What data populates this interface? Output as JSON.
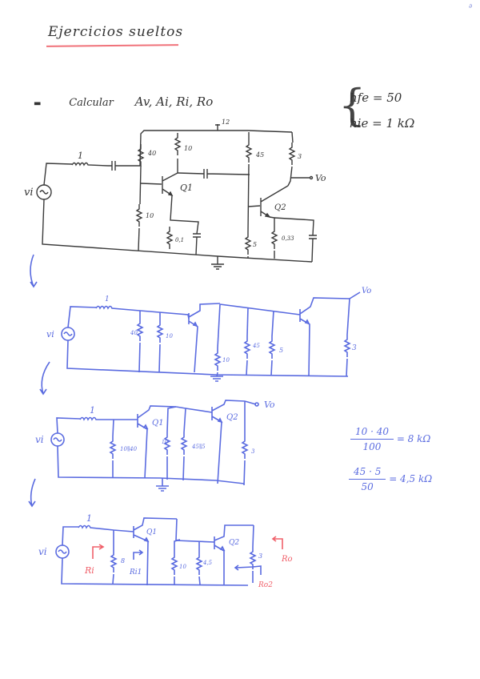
{
  "page": {
    "title": "Ejercicios sueltos",
    "corner_mark": "∂",
    "accent_colors": {
      "ink_black": "#3a3a3a",
      "ink_blue": "#5a6be0",
      "ink_red": "#f0606a",
      "underline": "#f0727a"
    }
  },
  "task": {
    "bullet": "▬",
    "verb": "Calcular",
    "quantities": "Av, Ai, Ri, Ro"
  },
  "parameters": {
    "hfe": "hfe = 50",
    "hie": "hie = 1 kΩ"
  },
  "circuit_original": {
    "supply": "12",
    "source": "vi",
    "source_resistor": "1",
    "r_bias_top_q1": "40",
    "r_bias_bottom_q1": "10",
    "r_collector_q1": "10",
    "r_emitter_q1": "0,1",
    "r_bias_top_q2": "45",
    "r_bias_bottom_q2": "5",
    "r_collector_q2": "3",
    "r_emitter_q2": "0,33",
    "q1": "Q1",
    "q2": "Q2",
    "output": "Vo"
  },
  "circuit_ac_1": {
    "source": "vi",
    "source_resistor": "1",
    "r_a": "40",
    "r_b": "10",
    "r_c": "10",
    "r_d": "45",
    "r_e": "5",
    "r_load": "3",
    "output": "Vo"
  },
  "circuit_ac_2": {
    "source": "vi",
    "source_resistor": "1",
    "r_bias": "10∥40",
    "r_collector": "10",
    "r_bias2": "45∥5",
    "r_load": "3",
    "q1": "Q1",
    "q2": "Q2",
    "output": "Vo"
  },
  "calculations": [
    {
      "numerator": "10 · 40",
      "denominator": "100",
      "result": "= 8 kΩ"
    },
    {
      "numerator": "45 · 5",
      "denominator": "50",
      "result": "= 4,5 kΩ"
    }
  ],
  "circuit_ac_3": {
    "source": "vi",
    "source_resistor": "1",
    "r_bias": "8",
    "r_collector": "10",
    "r_bias2": "4,5",
    "r_load": "3",
    "q1": "Q1",
    "q2": "Q2",
    "label_ri": "Ri",
    "label_ri1": "Ri1",
    "label_ro": "Ro",
    "label_ro2": "Ro2"
  }
}
